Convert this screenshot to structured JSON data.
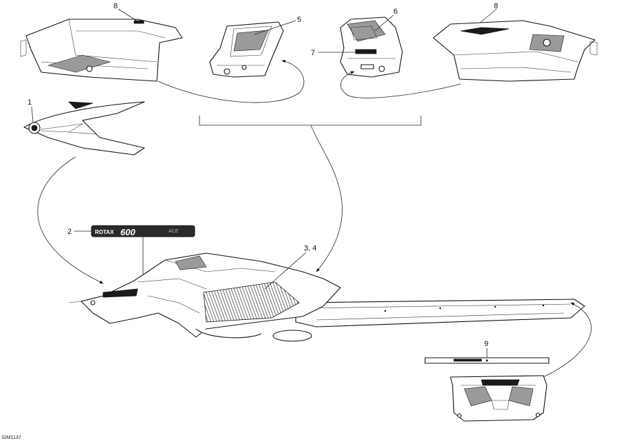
{
  "callouts": {
    "c1": "1",
    "c2": "2",
    "c34": "3, 4",
    "c5": "5",
    "c6": "6",
    "c7": "7",
    "c8_left": "8",
    "c8_right": "8",
    "c9": "9"
  },
  "decal_text": {
    "brand": "ROTAX",
    "model": "600",
    "suffix": "ACE"
  },
  "drawing_ref": "32M1137"
}
